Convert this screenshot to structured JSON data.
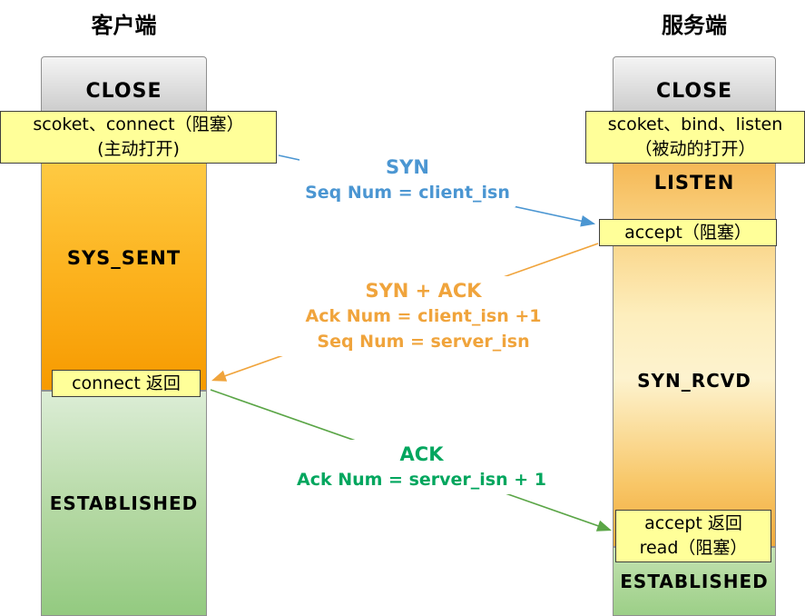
{
  "titles": {
    "client": "客户端",
    "server": "服务端"
  },
  "client": {
    "state_close": "CLOSE",
    "state_syn_sent": "SYS_SENT",
    "state_established": "ESTABLISHED",
    "open_label_line1": "scoket、connect（阻塞）",
    "open_label_line2": "(主动打开)",
    "connect_return_label": "connect 返回"
  },
  "server": {
    "state_close": "CLOSE",
    "state_listen": "LISTEN",
    "state_syn_rcvd": "SYN_RCVD",
    "state_established": "ESTABLISHED",
    "open_label_line1": "scoket、bind、listen",
    "open_label_line2": "（被动的打开）",
    "accept_block_label": "accept（阻塞）",
    "accept_return_line1": "accept 返回",
    "accept_return_line2": "read（阻塞）"
  },
  "messages": {
    "syn": {
      "name": "SYN",
      "line1": "Seq Num = client_isn"
    },
    "syn_ack": {
      "name": "SYN + ACK",
      "line1": "Ack Num =  client_isn +1",
      "line2": "Seq Num = server_isn"
    },
    "ack": {
      "name": "ACK",
      "line1": "Ack Num = server_isn + 1"
    }
  },
  "colors": {
    "syn_blue": "#4b96d2",
    "syn_ack_orange": "#f0a43c",
    "ack_green": "#5aa546",
    "ack_text_green": "#00a65e",
    "label_box_bg": "#ffff99"
  }
}
